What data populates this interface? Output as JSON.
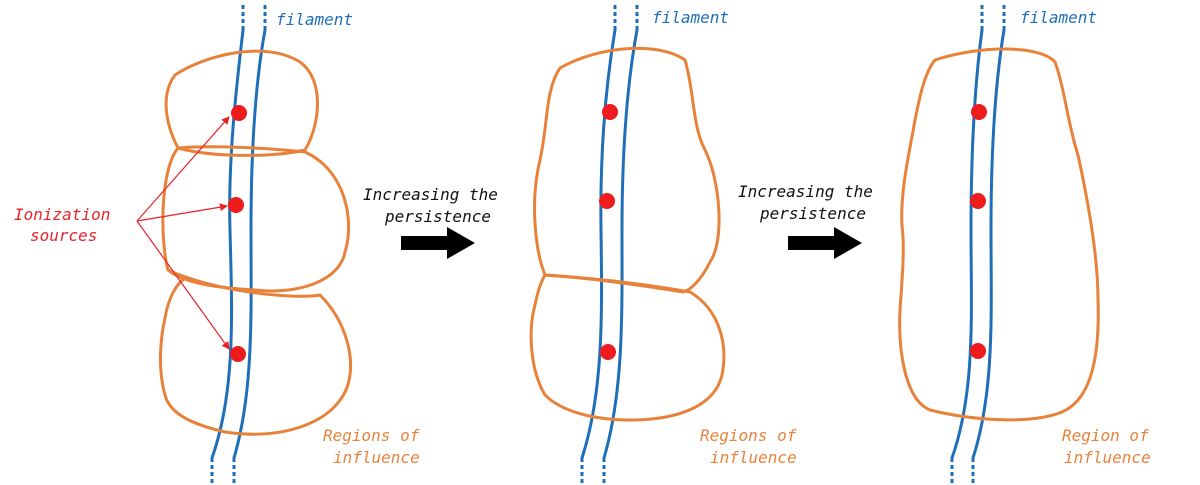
{
  "labels": {
    "filament": "filament",
    "ionization_line1": "Ionization",
    "ionization_line2": "sources",
    "increase_line1": "Increasing the",
    "increase_line2": "persistence",
    "regions_line1": "Regions of",
    "regions_line2": "influence",
    "region_single_line1": "Region of",
    "region_single_line2": "influence"
  },
  "colors": {
    "filament": "#1f6fb8",
    "region": "#e8823a",
    "source": "#ee1c1c",
    "annotation": "#e8232a",
    "arrow": "#000000"
  }
}
